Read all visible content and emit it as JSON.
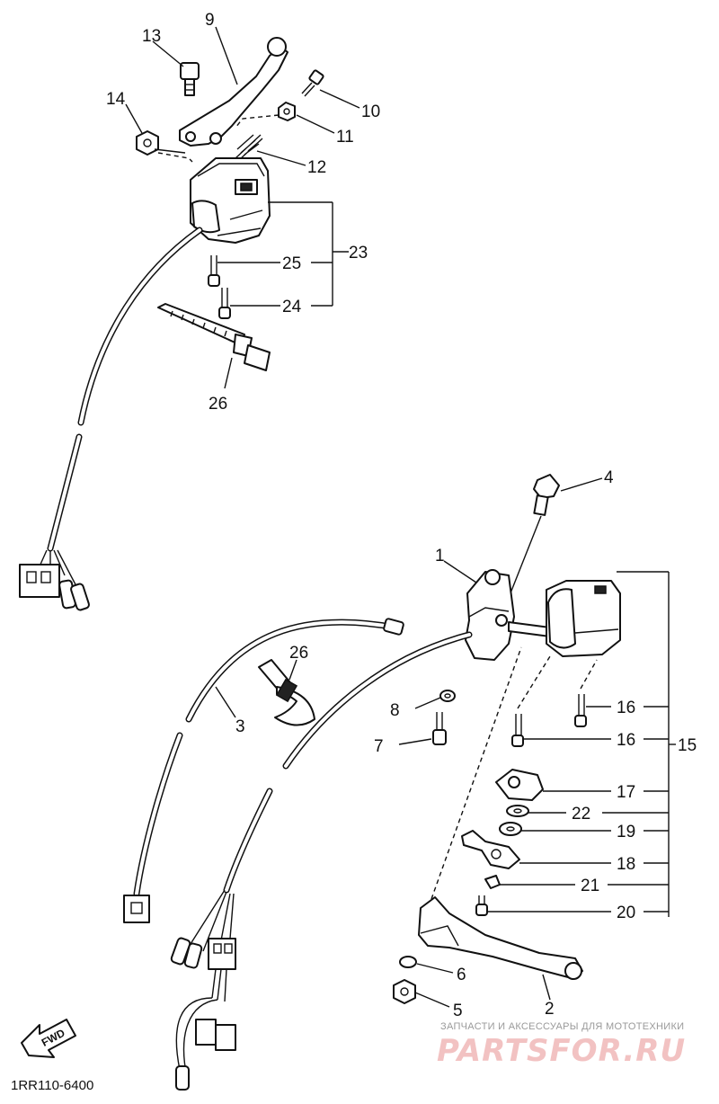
{
  "diagram": {
    "drawing_code": "1RR110-6400",
    "fwd_label": "FWD",
    "callouts": {
      "c1": "1",
      "c2": "2",
      "c3": "3",
      "c4": "4",
      "c5": "5",
      "c6": "6",
      "c7": "7",
      "c8": "8",
      "c9": "9",
      "c10": "10",
      "c11": "11",
      "c12": "12",
      "c13": "13",
      "c14": "14",
      "c15": "15",
      "c16a": "16",
      "c16b": "16",
      "c17": "17",
      "c18": "18",
      "c19": "19",
      "c20": "20",
      "c21": "21",
      "c22": "22",
      "c23": "23",
      "c24": "24",
      "c25": "25",
      "c26a": "26",
      "c26b": "26"
    }
  },
  "watermark": {
    "tagline": "ЗАПЧАСТИ И АКСЕССУАРЫ ДЛЯ МОТОТЕХНИКИ",
    "brand": "PARTSFOR.RU",
    "brand_color": "#f2c2c2"
  }
}
